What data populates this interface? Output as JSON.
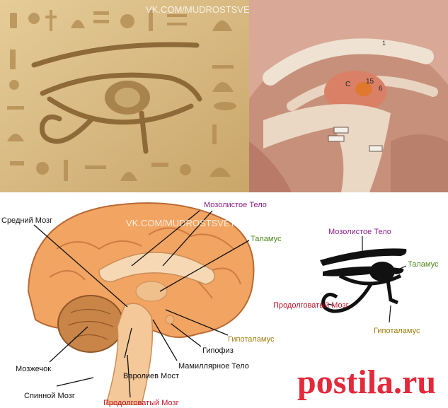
{
  "watermark": "VK.COM/MUDROSTSVETA",
  "labels": {
    "srednij": "Средний Мозг",
    "mozolistoe": "Мозолистое Тело",
    "talamus": "Таламус",
    "gipotalamus": "Гипоталамус",
    "gipofiz": "Гипофиз",
    "mamillyarnoe": "Мамиллярное Тело",
    "varoliev": "Варолиев Мост",
    "mozzhechok": "Мозжечок",
    "spinnoj": "Спинной Мозг",
    "prodolgovatyj": "Продолговатый Мозг"
  },
  "eye_labels": {
    "mozolistoe": "Мозолистое Тело",
    "talamus": "Таламус",
    "prodolgovatyj": "Продолговатый Мозг",
    "gipotalamus": "Гипоталамус"
  },
  "photo_numbers": [
    "1",
    "15",
    "6",
    "C"
  ],
  "brand": "postila.ru",
  "colors": {
    "purple": "#8a1f86",
    "green": "#4e8a1a",
    "olive": "#a07d10",
    "red": "#c0132a",
    "brand_red": "#e3293a"
  }
}
